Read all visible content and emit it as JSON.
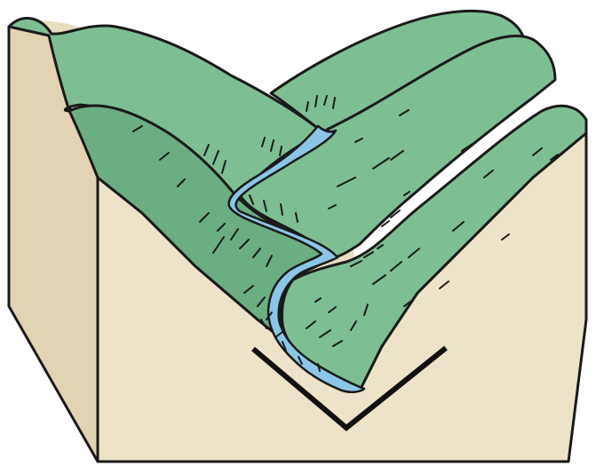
{
  "figure": {
    "kind": "v-shaped river valley block diagram",
    "colors": {
      "background": "#ffffff",
      "hillside": "#7dbf93",
      "hillside_shade": "#6aae82",
      "cross_section": "#e8dcc0",
      "cross_section_dark": "#d8c9a6",
      "river": "#8cc6e6",
      "outline": "#1a1a1a",
      "v_marker": "#111111"
    },
    "elements": [
      "left-cliff-face",
      "far-left-ridge",
      "back-ridge",
      "middle-ridge",
      "front-right-ridge",
      "winding-river",
      "v-shape-marker"
    ]
  }
}
